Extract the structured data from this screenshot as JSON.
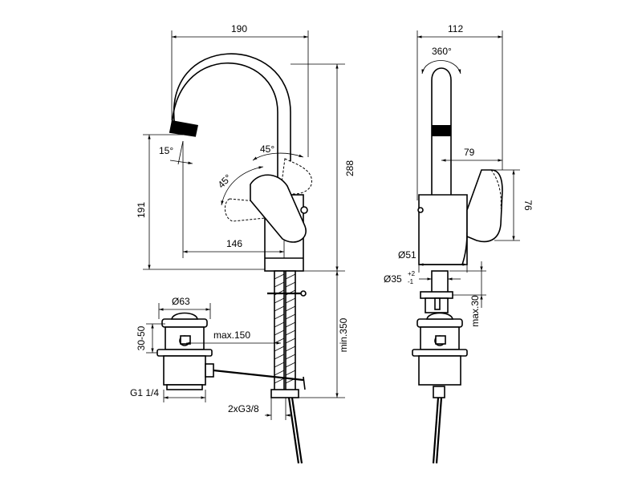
{
  "front_view": {
    "dims": {
      "overall_width": "190",
      "spout_angle": "15°",
      "lever_angle_up": "45°",
      "lever_angle_down": "45°",
      "spout_height": "191",
      "total_height": "288",
      "spout_reach": "146",
      "waste_diameter": "Ø63",
      "waste_adjust": "30-50",
      "rod_length": "max.150",
      "waste_thread": "G1 1/4",
      "flex_hoses": "2xG3/8",
      "hose_length": "min.350"
    }
  },
  "side_view": {
    "dims": {
      "overall_depth": "112",
      "rotation": "360°",
      "lever_depth": "79",
      "lever_height": "76",
      "body_diameter": "Ø51",
      "hole_diameter": "Ø35",
      "hole_tol_plus": "+2",
      "hole_tol_minus": "-1",
      "deck_thickness": "max.30"
    }
  }
}
